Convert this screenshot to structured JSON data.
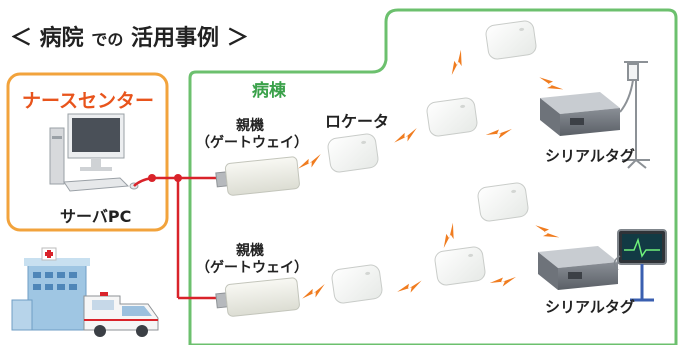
{
  "title": {
    "prefix": "＜ 病院",
    "mid": "での",
    "suffix": "活用事例 ＞"
  },
  "nurse_center": {
    "label": "ナースセンター"
  },
  "ward": {
    "label": "病棟"
  },
  "server": {
    "label": "サーバPC"
  },
  "locator": {
    "label": "ロケータ"
  },
  "parent_units": [
    {
      "line1": "親機",
      "line2": "（ゲートウェイ）"
    },
    {
      "line1": "親機",
      "line2": "（ゲートウェイ）"
    }
  ],
  "serial_tags": [
    {
      "label": "シリアルタグ"
    },
    {
      "label": "シリアルタグ"
    }
  ],
  "colors": {
    "nurse_border": "#f2a33c",
    "nurse_text": "#e8541c",
    "ward_border": "#6cc06e",
    "ward_text": "#3aa14a",
    "cable": "#d9232a",
    "signal": "#f07c1f"
  },
  "icons": [
    "desktop-computer-icon",
    "hospital-building-icon",
    "ambulance-icon",
    "iv-stand-icon",
    "patient-monitor-icon"
  ]
}
